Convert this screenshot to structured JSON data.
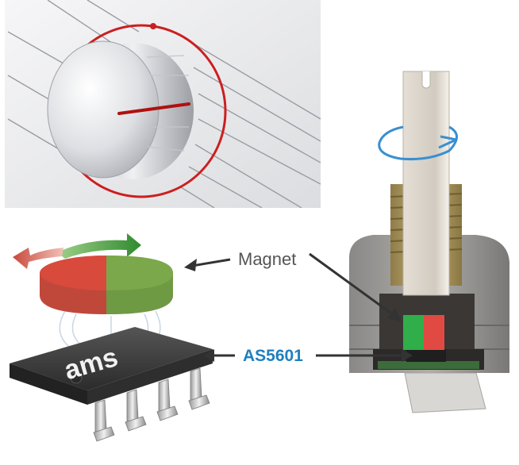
{
  "labels": {
    "magnet": "Magnet",
    "sensor": "AS5601"
  },
  "chip": {
    "logo": "ams"
  },
  "colors": {
    "sensor_label": "#1f7fbf",
    "knob_ring": "#cc1f1f",
    "magnet_north": "#d84a3c",
    "magnet_south": "#7aa84a",
    "rotation_arrow": "#3a8fd0",
    "chip_body": "#3a3a3a",
    "brass": "#a8945a"
  },
  "icons": {
    "rotation_arrow_shaft": "rotate-arrow-icon",
    "rotation_arrow_magnet": "bidirectional-rotate-arrow-icon"
  }
}
